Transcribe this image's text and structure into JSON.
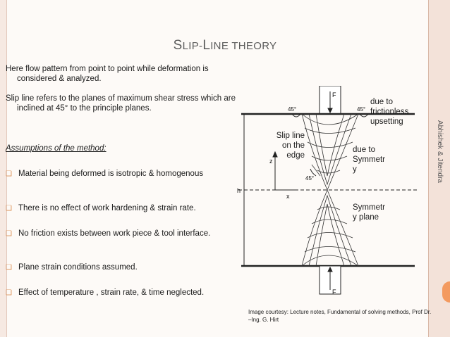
{
  "title": {
    "first_letters": "S",
    "rest1": "LIP-",
    "second_first": "L",
    "rest2": "INE THEORY"
  },
  "intro": [
    "Here flow pattern from point to point while deformation is considered & analyzed.",
    "Slip line refers to the planes of maximum shear stress which are inclined at 45° to the principle planes."
  ],
  "assumptions_heading": "Assumptions of the method:",
  "assumptions": [
    " Material being deformed is isotropic & homogenous",
    "There is no effect of work hardening & strain rate.",
    "No friction exists between work piece & tool interface.",
    "Plane strain conditions assumed.",
    "Effect of temperature , strain rate, & time neglected."
  ],
  "diagram": {
    "force_label": "F",
    "angle_label": "45°",
    "axis_x": "x",
    "axis_z": "z",
    "height_label": "h",
    "annotations": {
      "frictionless": "due to frictionless upsetting",
      "slip_line": "Slip line on the edge",
      "due_symmetry": "due to Symmetr y",
      "symmetry_plane": "Symmetr y plane"
    }
  },
  "credit": "Image courtesy: Lecture notes, Fundamental of solving methods, Prof Dr. –Ing. G. Hirt",
  "side_credit": "Abhishek & Jitendra",
  "colors": {
    "accent": "#d98b4e",
    "title": "#5c5c5c",
    "frame": "#f3e2d9"
  }
}
